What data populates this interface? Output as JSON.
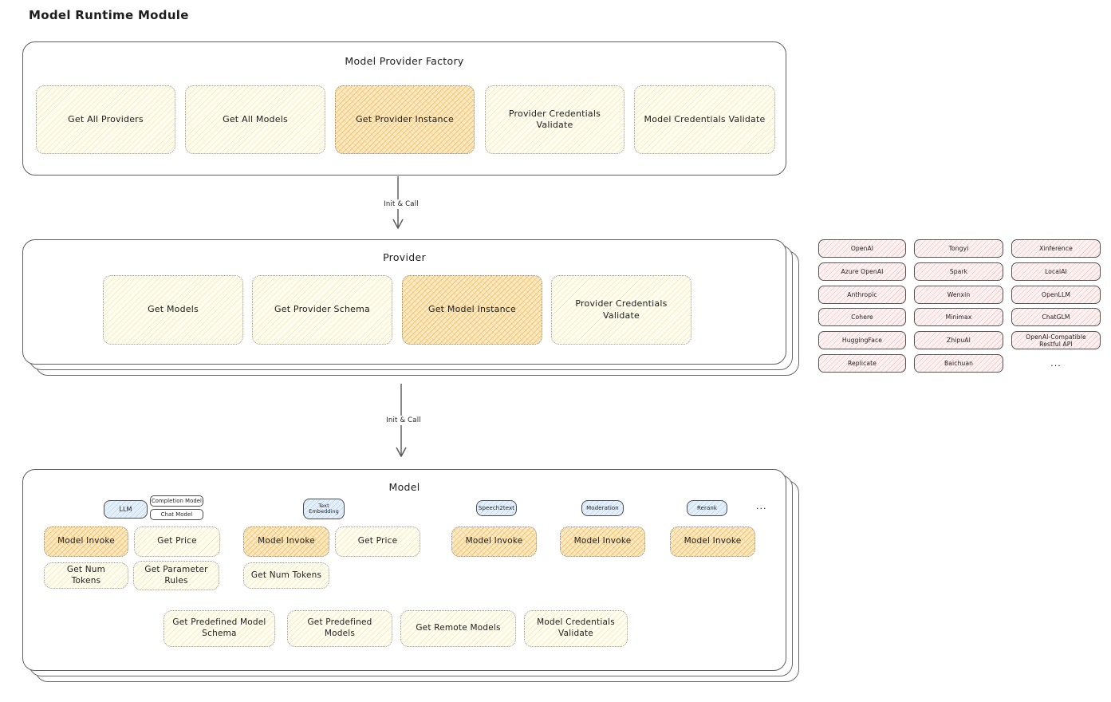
{
  "page": {
    "title": "Model Runtime Module"
  },
  "factory": {
    "title": "Model Provider Factory",
    "items": [
      {
        "label": "Get All Providers",
        "highlight": false
      },
      {
        "label": "Get All Models",
        "highlight": false
      },
      {
        "label": "Get Provider Instance",
        "highlight": true
      },
      {
        "label": "Provider Credentials Validate",
        "highlight": false
      },
      {
        "label": "Model Credentials Validate",
        "highlight": false
      }
    ]
  },
  "arrows": {
    "init_call_1": "Init & Call",
    "init_call_2": "Init & Call"
  },
  "provider": {
    "title": "Provider",
    "items": [
      {
        "label": "Get Models",
        "highlight": false
      },
      {
        "label": "Get Provider Schema",
        "highlight": false
      },
      {
        "label": "Get Model Instance",
        "highlight": true
      },
      {
        "label": "Provider Credentials Validate",
        "highlight": false
      }
    ]
  },
  "providers": {
    "list": [
      "OpenAI",
      "Tongyi",
      "Xinference",
      "Azure OpenAI",
      "Spark",
      "LocalAI",
      "Anthropic",
      "Wenxin",
      "OpenLLM",
      "Cohere",
      "Minimax",
      "ChatGLM",
      "HuggingFace",
      "ZhipuAI",
      "OpenAI-Compatible Restful API",
      "Replicate",
      "Baichuan"
    ],
    "more": "..."
  },
  "model": {
    "title": "Model",
    "tabs": {
      "llm": "LLM",
      "completion": "Completion Model",
      "chat": "Chat Model",
      "text_embedding": "Text Embedding",
      "speech2text": "Speech2text",
      "moderation": "Moderation",
      "rerank": "Rerank",
      "more": "..."
    },
    "actions": {
      "model_invoke": "Model Invoke",
      "get_price": "Get Price",
      "get_num_tokens": "Get Num Tokens",
      "get_parameter_rules": "Get Parameter Rules",
      "get_predefined_model_schema": "Get Predefined Model Schema",
      "get_predefined_models": "Get Predefined Models",
      "get_remote_models": "Get Remote Models",
      "model_credentials_validate": "Model Credentials Validate"
    }
  },
  "colors": {
    "ink": "#1d1d1d",
    "frame_border": "#5f5f5f",
    "yellow_fill": "#fffdf0",
    "orange_highlight": "#fbeac4",
    "orange_hatch": "#f1b44f",
    "pink_fill": "#fdf1f1",
    "pink_hatch": "#e29494",
    "blue_fill": "#e3effb"
  }
}
